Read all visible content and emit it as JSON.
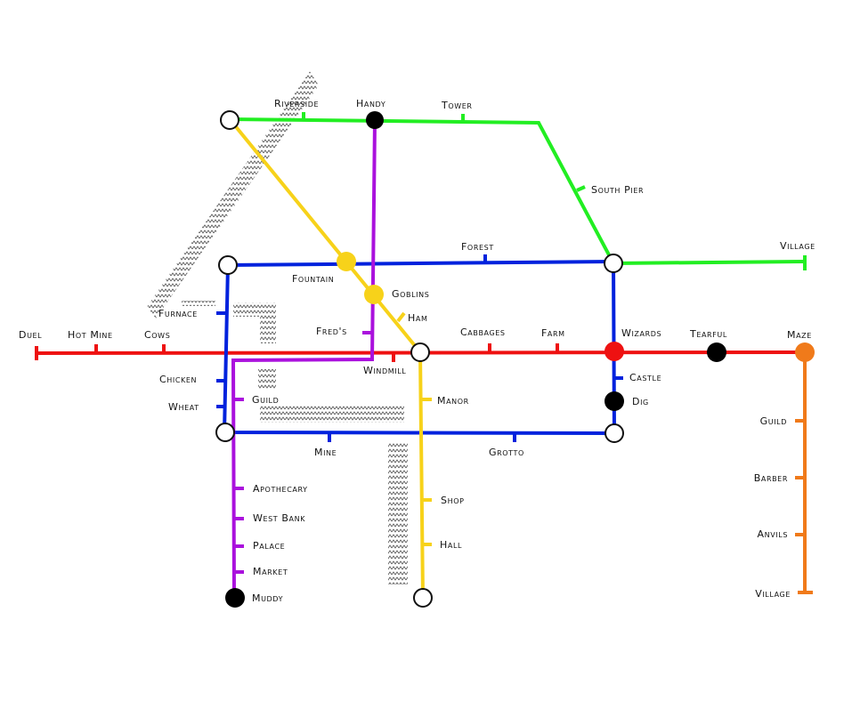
{
  "lines": {
    "red": {
      "color": "#ee1111"
    },
    "green": {
      "color": "#22ee22"
    },
    "blue": {
      "color": "#0022dd"
    },
    "purple": {
      "color": "#aa11dd"
    },
    "yellow": {
      "color": "#f7d21a"
    },
    "orange": {
      "color": "#f07a1a"
    }
  },
  "station_labels": {
    "riverside": "Riverside",
    "handy": "Handy",
    "tower": "Tower",
    "south_pier": "South Pier",
    "forest": "Forest",
    "village_green": "Village",
    "fountain": "Fountain",
    "goblins": "Goblins",
    "ham": "Ham",
    "furnace": "Furnace",
    "freds": "Fred's",
    "duel": "Duel",
    "hot_mine": "Hot Mine",
    "cows": "Cows",
    "cabbages": "Cabbages",
    "farm": "Farm",
    "wizards": "Wizards",
    "tearful": "Tearful",
    "maze": "Maze",
    "windmill": "Windmill",
    "chicken": "Chicken",
    "wheat": "Wheat",
    "guild_purple": "Guild",
    "castle": "Castle",
    "dig": "Dig",
    "manor": "Manor",
    "mine": "Mine",
    "grotto": "Grotto",
    "apothecary": "Apothecary",
    "west_bank": "West Bank",
    "palace": "Palace",
    "market": "Market",
    "muddy": "Muddy",
    "shop": "Shop",
    "hall": "Hall",
    "guild_orange": "Guild",
    "barber": "Barber",
    "anvils": "Anvils",
    "village_orange": "Village"
  }
}
